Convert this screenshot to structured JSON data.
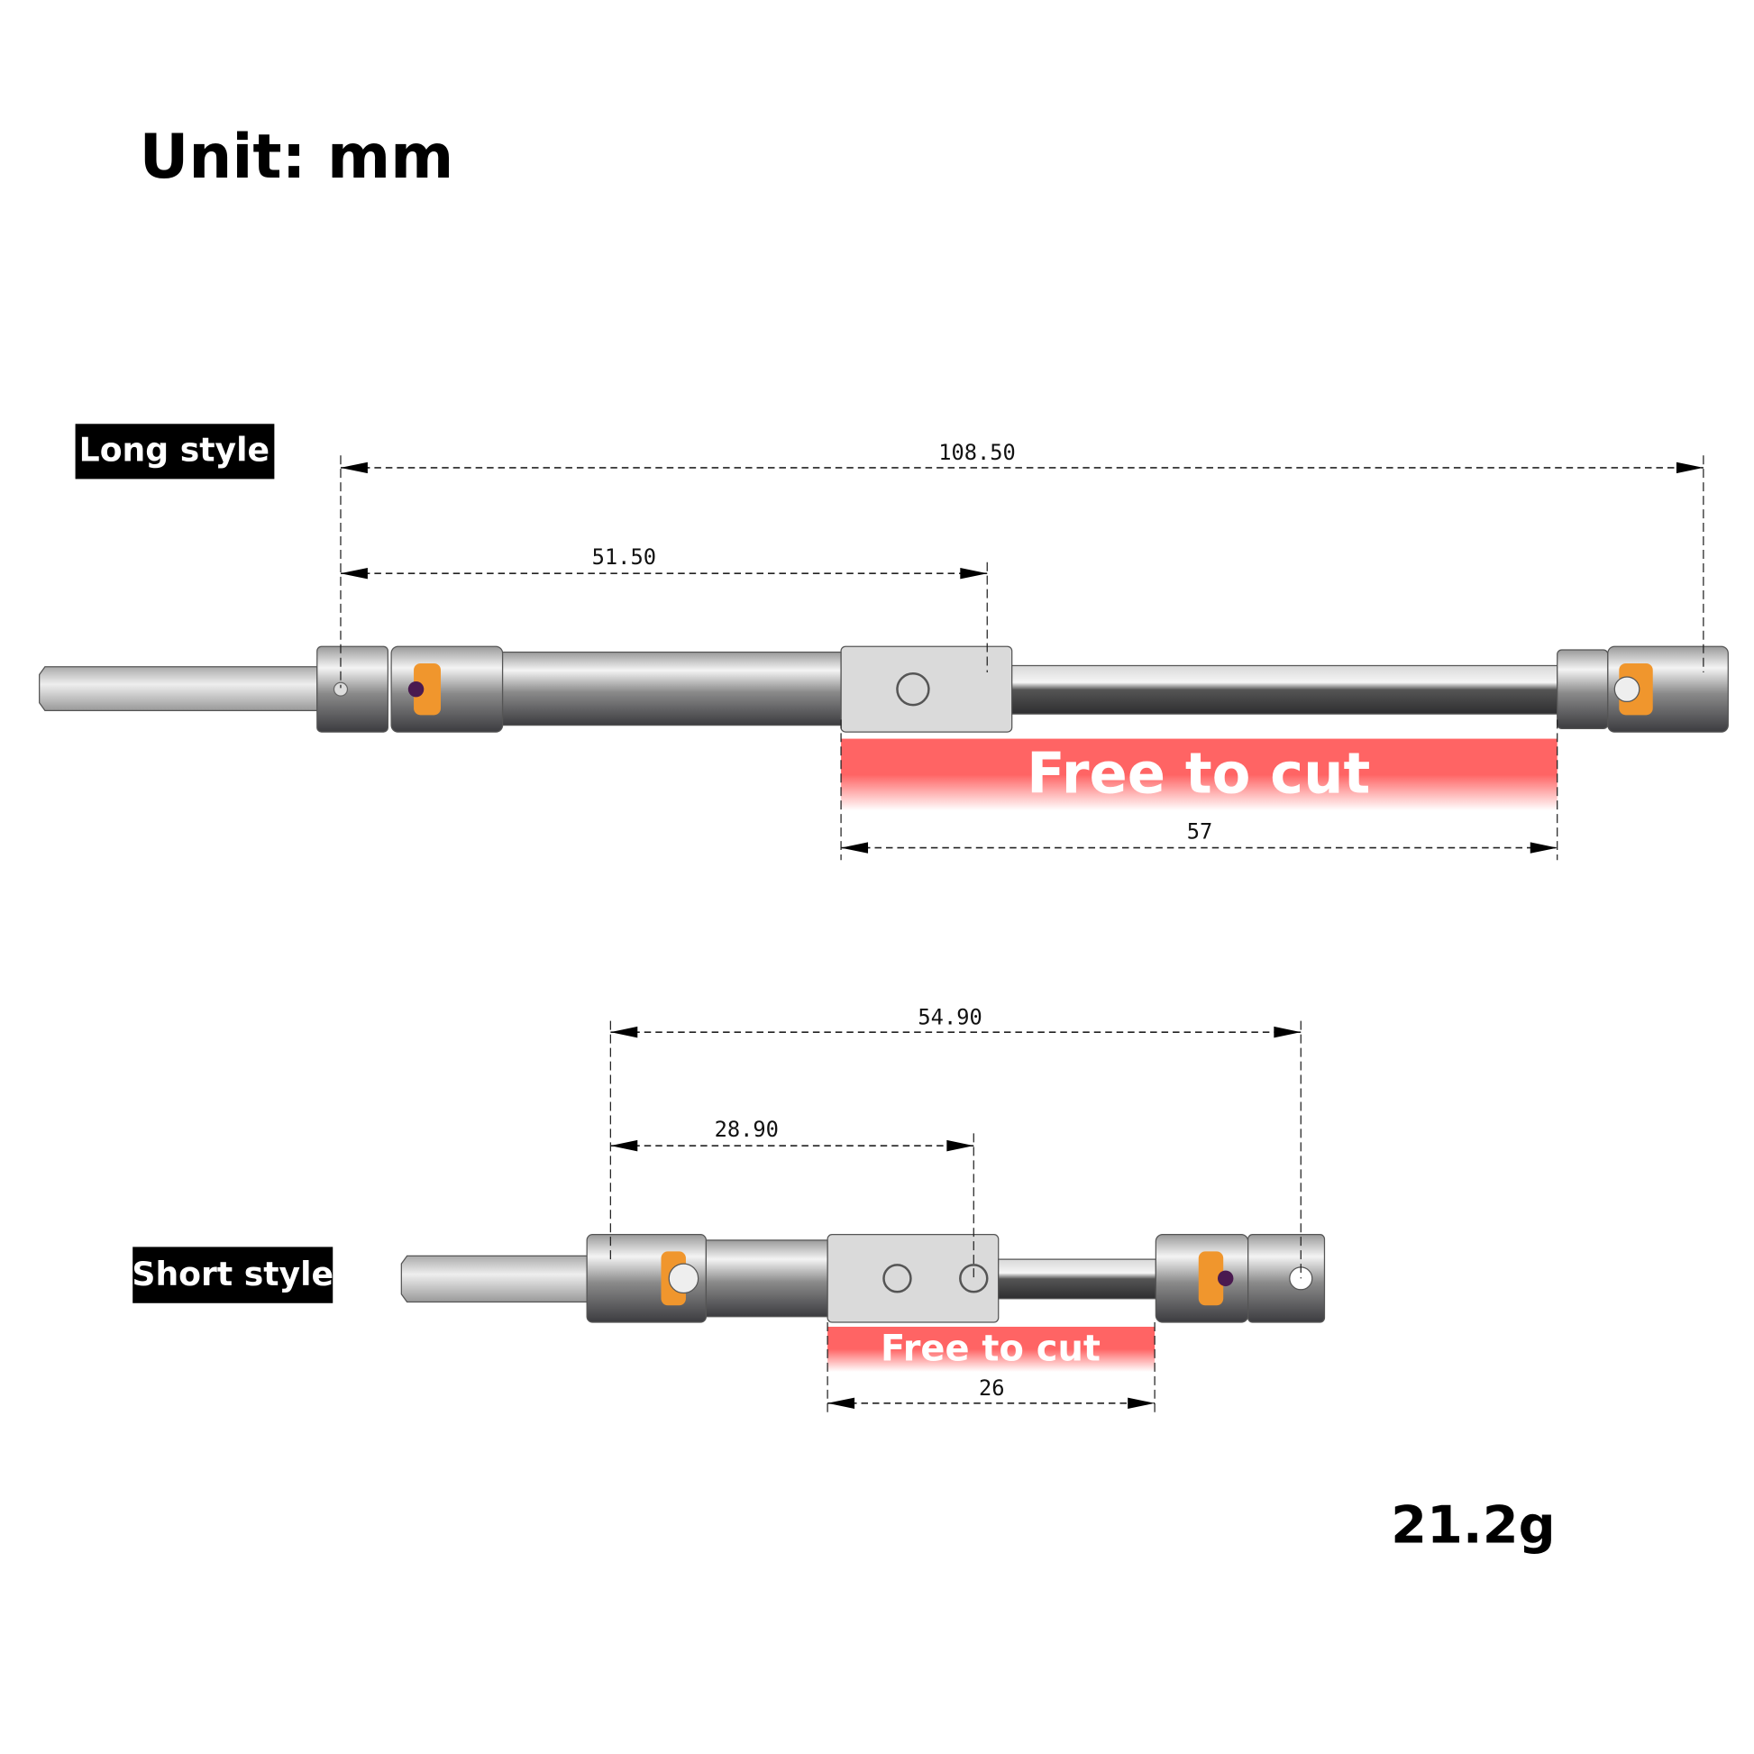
{
  "unit_label": "Unit: mm",
  "weight": "21.2g",
  "long_style": {
    "label": "Long style",
    "dim_overall": "108.50",
    "dim_to_joint": "51.50",
    "dim_cut": "57",
    "cut_label": "Free to cut"
  },
  "short_style": {
    "label": "Short style",
    "dim_overall": "54.90",
    "dim_to_joint": "28.90",
    "dim_cut": "26",
    "cut_label": "Free to cut"
  },
  "colors": {
    "cut_band": "#ff6464",
    "bushing": "#f0962d",
    "pin": "#4a1a50"
  }
}
